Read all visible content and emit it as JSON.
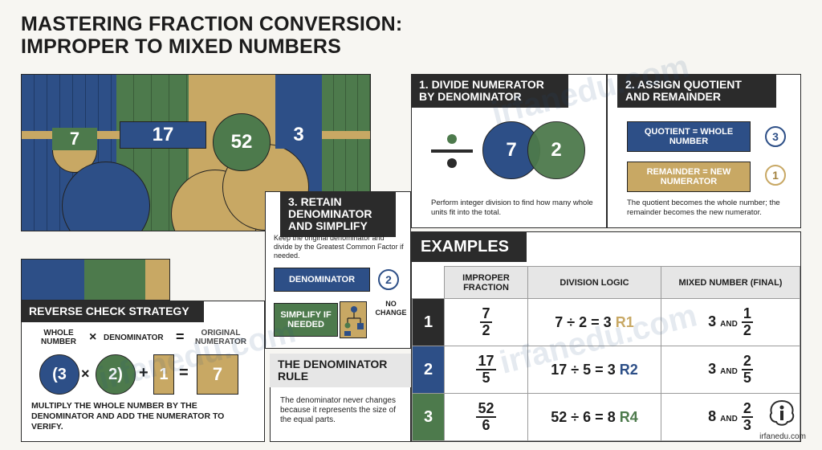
{
  "title": {
    "line1": "MASTERING FRACTION CONVERSION:",
    "line2": "IMPROPER TO MIXED NUMBERS"
  },
  "hero": {
    "n1": "7",
    "n2": "17",
    "n3": "52",
    "n4": "3"
  },
  "step1": {
    "heading": "1. DIVIDE NUMERATOR BY DENOMINATOR",
    "dividend": "7",
    "divisor": "2",
    "division_symbol": "÷",
    "caption": "Perform integer division to find how many whole units fit into the total."
  },
  "step2": {
    "heading": "2. ASSIGN QUOTIENT AND REMAINDER",
    "quotient_label": "QUOTIENT = WHOLE NUMBER",
    "quotient_value": "3",
    "remainder_label": "REMAINDER = NEW NUMERATOR",
    "remainder_value": "1",
    "caption": "The quotient becomes the whole number; the remainder becomes the new numerator."
  },
  "step3": {
    "heading": "3. RETAIN DENOMINATOR AND SIMPLIFY",
    "caption": "Keep the original denominator and divide by the Greatest Common Factor if needed.",
    "denominator_label": "DENOMINATOR",
    "denominator_value": "2",
    "no_change": "NO CHANGE",
    "simplify_label": "SIMPLIFY IF NEEDED"
  },
  "rule": {
    "heading": "THE DENOMINATOR RULE",
    "text": "The denominator never changes because it represents the size of the equal parts."
  },
  "reverse": {
    "heading": "REVERSE CHECK STRATEGY",
    "lbl_whole": "WHOLE NUMBER",
    "lbl_denominator": "DENOMINATOR",
    "lbl_original": "ORIGINAL NUMERATOR",
    "op_times_top": "×",
    "op_eq_top": "=",
    "c1": "(3",
    "op_times": "×",
    "c2": "2)",
    "op_plus": "+",
    "c3": "1",
    "op_eq": "=",
    "c4": "7",
    "text": "MULTIPLY THE WHOLE NUMBER BY THE DENOMINATOR AND ADD THE NUMERATOR TO VERIFY."
  },
  "examples": {
    "heading": "EXAMPLES",
    "columns": [
      "IMPROPER FRACTION",
      "DIVISION LOGIC",
      "MIXED NUMBER (FINAL)"
    ],
    "rows": [
      {
        "num": "1",
        "fn": "7",
        "fd": "2",
        "logic": "7 ÷ 2 = 3",
        "rem": "R1",
        "whole": "3",
        "and": "AND",
        "mn": "1",
        "md": "2"
      },
      {
        "num": "2",
        "fn": "17",
        "fd": "5",
        "logic": "17 ÷ 5 = 3",
        "rem": "R2",
        "whole": "3",
        "and": "AND",
        "mn": "2",
        "md": "5"
      },
      {
        "num": "3",
        "fn": "52",
        "fd": "6",
        "logic": "52 ÷ 6 = 8",
        "rem": "R4",
        "whole": "8",
        "and": "AND",
        "mn": "2",
        "md": "3"
      }
    ]
  },
  "brand": {
    "url": "irfanedu.com",
    "watermark": "irfanedu.com"
  },
  "colors": {
    "navy": "#2d4f87",
    "green": "#4d7a4c",
    "tan": "#c8a864",
    "dark": "#2b2b2b"
  }
}
